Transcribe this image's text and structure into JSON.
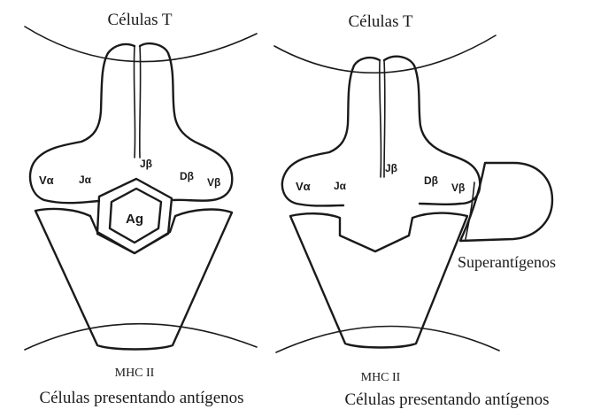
{
  "left_panel": {
    "t_cell_label": "Células T",
    "v_alpha": "Vα",
    "j_alpha": "Jα",
    "j_beta": "Jβ",
    "d_beta": "Dβ",
    "v_beta": "Vβ",
    "antigen": "Ag",
    "mhc_label": "MHC II",
    "apc_label": "Células presentando antígenos"
  },
  "right_panel": {
    "t_cell_label": "Células T",
    "v_alpha": "Vα",
    "j_alpha": "Jα",
    "j_beta": "Jβ",
    "d_beta": "Dβ",
    "v_beta": "Vβ",
    "superantigen_label": "Superantígenos",
    "mhc_label": "MHC II",
    "apc_label": "Células presentando antígenos"
  }
}
